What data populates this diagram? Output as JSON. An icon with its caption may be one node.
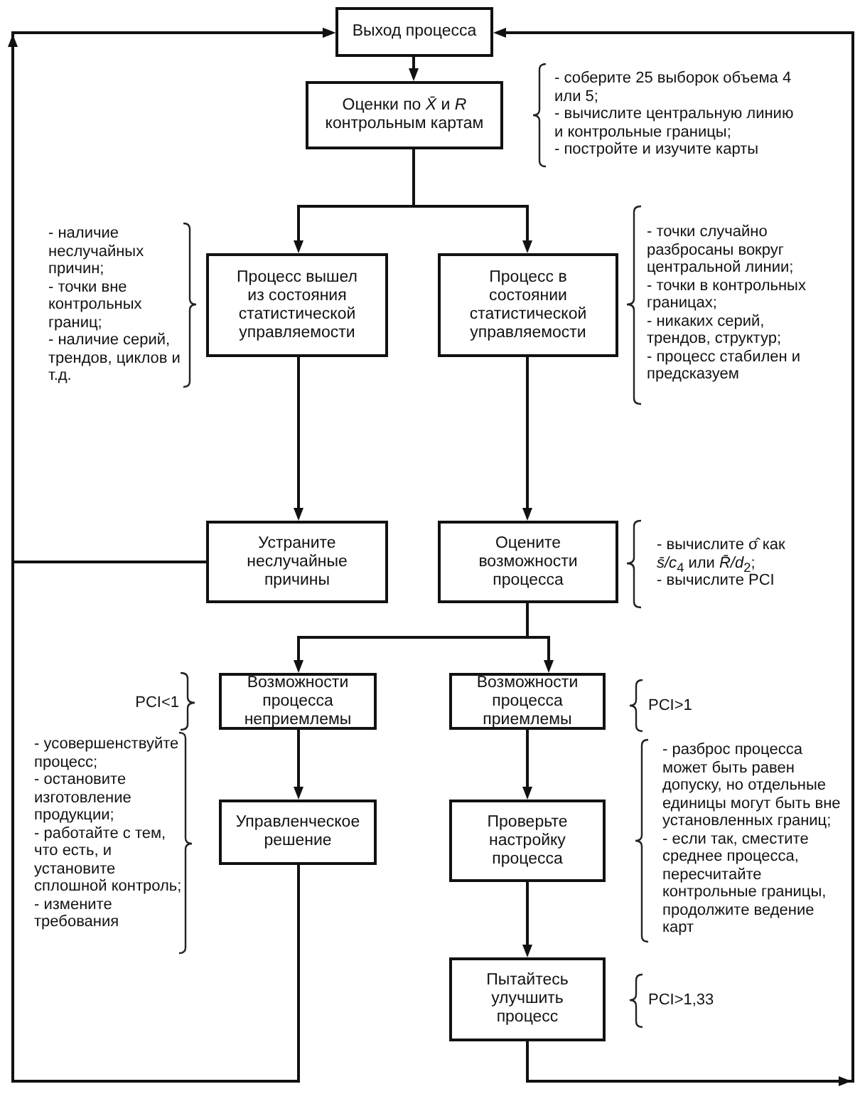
{
  "diagram": {
    "nodes": [
      {
        "text": [
          "Выход процесса"
        ]
      },
      {
        "text": [
          "Оценки по *X̄* и *R* контрольным картам"
        ],
        "beside": [
          "- соберите 25 выборок объема 4 или 5;",
          "- вычислите центральную линию и контрольные границы;",
          "- постройте и изучите карты"
        ]
      },
      {
        "text": [
          "Процесс вышел из состояния статистической управляемости"
        ],
        "beside": [
          "- наличие неслучайных причин;",
          "- точки вне контрольных границ;",
          "- наличие серий, трендов, циклов и т.д."
        ]
      },
      {
        "text": [
          "Процесс в состоянии статистической управляемости"
        ],
        "beside": [
          "- точки случайно разбросаны вокруг центральной линии;",
          "- точки в контрольных границах;",
          "- никаких серий, трендов, структур;",
          "- процесс стабилен и предсказуем"
        ]
      },
      {
        "text": [
          "Устраните неслучайные причины"
        ]
      },
      {
        "text": [
          "Оцените возможности процесса"
        ],
        "beside": [
          "- вычислите σ̂ как *s̄/c*$_{4}$ или *R̄/d*$_{2}$;",
          "- вычислите PCI"
        ]
      },
      {
        "text": [
          "Возможности процесса неприемлемы"
        ],
        "beside": [
          "PCI<1"
        ]
      },
      {
        "text": [
          "Возможности процесса приемлемы"
        ],
        "beside": [
          "PCI>1"
        ]
      },
      {
        "text": [
          "Управленческое решение"
        ],
        "beside": [
          "- усовершенствуйте процесс;",
          "- остановите изготовление продукции;",
          "- работайте с тем, что есть, и установите сплошной контроль;",
          "- измените требования"
        ]
      },
      {
        "text": [
          "Проверьте настройку процесса"
        ],
        "beside": [
          "- разброс процесса может быть равен допуску, но отдельные единицы могут быть вне установленных границ;",
          "- если так, сместите среднее процесса, пересчитайте контрольные границы, продолжите ведение карт"
        ]
      },
      {
        "text": [
          "Пытайтесь улучшить процесс"
        ],
        "beside": [
          "PCI>1,33"
        ]
      }
    ],
    "edges": [
      {
        "from": 0,
        "to": 1,
        "arrow": "to"
      },
      {
        "from": 1,
        "to": 2,
        "arrow": "to"
      },
      {
        "from": 1,
        "to": 3,
        "arrow": "to"
      },
      {
        "from": 2,
        "to": 4,
        "arrow": "to"
      },
      {
        "from": 3,
        "to": 5,
        "arrow": "to"
      },
      {
        "from": 4,
        "to": 0,
        "arrow": "to"
      },
      {
        "from": 5,
        "to": 6,
        "arrow": "to"
      },
      {
        "from": 5,
        "to": 7,
        "arrow": "to"
      },
      {
        "from": 6,
        "to": 8,
        "arrow": "to"
      },
      {
        "from": 7,
        "to": 9,
        "arrow": "to"
      },
      {
        "from": 9,
        "to": 10,
        "arrow": "to"
      },
      {
        "from": 8,
        "to": 0,
        "arrow": "to"
      },
      {
        "from": 10,
        "to": 0,
        "arrow": "to"
      }
    ]
  }
}
